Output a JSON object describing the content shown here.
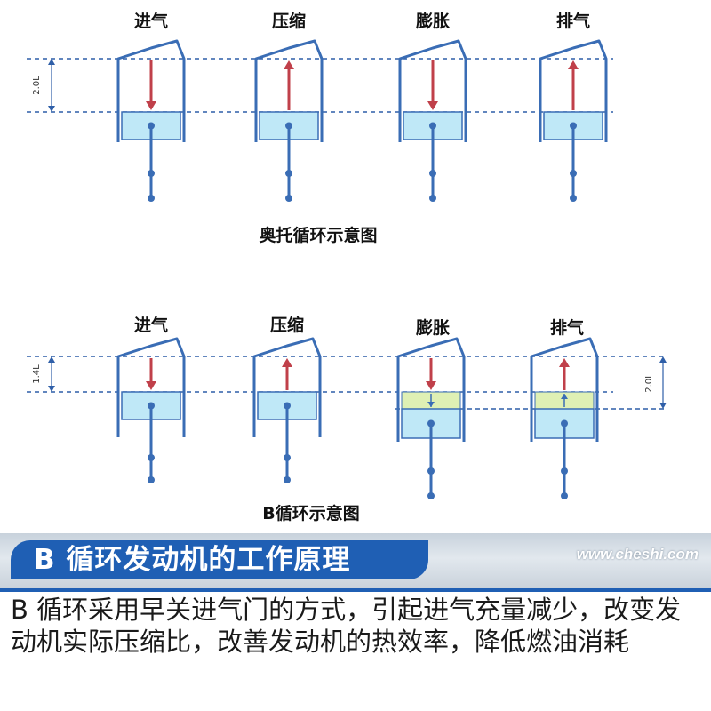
{
  "otto": {
    "stages": [
      "进气",
      "压缩",
      "膨胀",
      "排气"
    ],
    "dim_label": "2.0L",
    "caption": "奥托循环示意图",
    "arrows": [
      "down",
      "up",
      "down",
      "up"
    ]
  },
  "b_cycle": {
    "stages": [
      "进气",
      "压缩",
      "膨胀",
      "排气"
    ],
    "dim_left_label": "1.4L",
    "dim_right_label": "2.0L",
    "caption": "B循环示意图",
    "arrows": [
      "down",
      "up",
      "down",
      "up"
    ]
  },
  "banner": {
    "title": "B 循环发动机的工作原理",
    "watermark": "www.cheshi.com"
  },
  "description": "B 循环采用早关进气门的方式，引起进气充量减少，改变发动机实际压缩比，改善发动机的热效率，降低燃油消耗",
  "colors": {
    "cylinder": "#3a6db5",
    "arrow_red": "#c0404a",
    "piston_fill": "#bfe8f7",
    "extra_fill": "#dff0b4",
    "banner_blue": "#1f5fb4"
  }
}
